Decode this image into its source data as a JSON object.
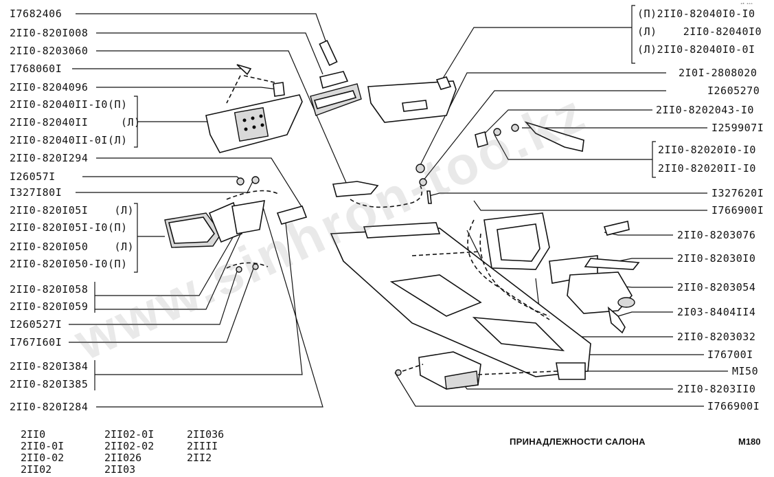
{
  "labels_left": [
    "I7682406",
    "2II0-820I008",
    "2II0-8203060",
    "I768060I",
    "2II0-8204096",
    "2II0-82040II-I0(П)",
    "2II0-82040II     (Л)",
    "2II0-82040II-0I(Л)",
    "2II0-820I294",
    "I26057I",
    "I327I80I",
    "2II0-820I05I    (Л)",
    "2II0-820I05I-I0(П)",
    "2II0-820I050    (Л)",
    "2II0-820I050-I0(П)",
    "2II0-820I058",
    "2II0-820I059",
    "I260527I",
    "I767I60I",
    "2II0-820I384",
    "2II0-820I385",
    "2II0-820I284"
  ],
  "labels_right": [
    "(П)2II0-82040I0-I0",
    "(Л)    2II0-82040I0",
    "(Л)2II0-82040I0-0I",
    "2I0I-2808020",
    "I2605270",
    "2II0-8202043-I0",
    "I259907I",
    "2II0-82020I0-I0",
    "2II0-82020II-I0",
    "I327620I",
    "I766900I",
    "2II0-8203076",
    "2II0-82030I0",
    "2II0-8203054",
    "2I03-8404II4",
    "2II0-8203032",
    "I76700I",
    "MI50",
    "2II0-8203II0",
    "I766900I"
  ],
  "models": [
    [
      "2II0",
      "2II0-0I",
      "2II0-02",
      "2II02"
    ],
    [
      "2II02-0I",
      "2II02-02",
      "2II026",
      "2II03"
    ],
    [
      "2II036",
      "2IIII",
      "2II2"
    ]
  ],
  "title": "ПРИНАДЛЕЖНОСТИ САЛОНА",
  "page_code": "M180",
  "watermark": "www.sinhron-too.kz",
  "top_mark": "ᵃ⁰ ᵉᵒᵒ"
}
